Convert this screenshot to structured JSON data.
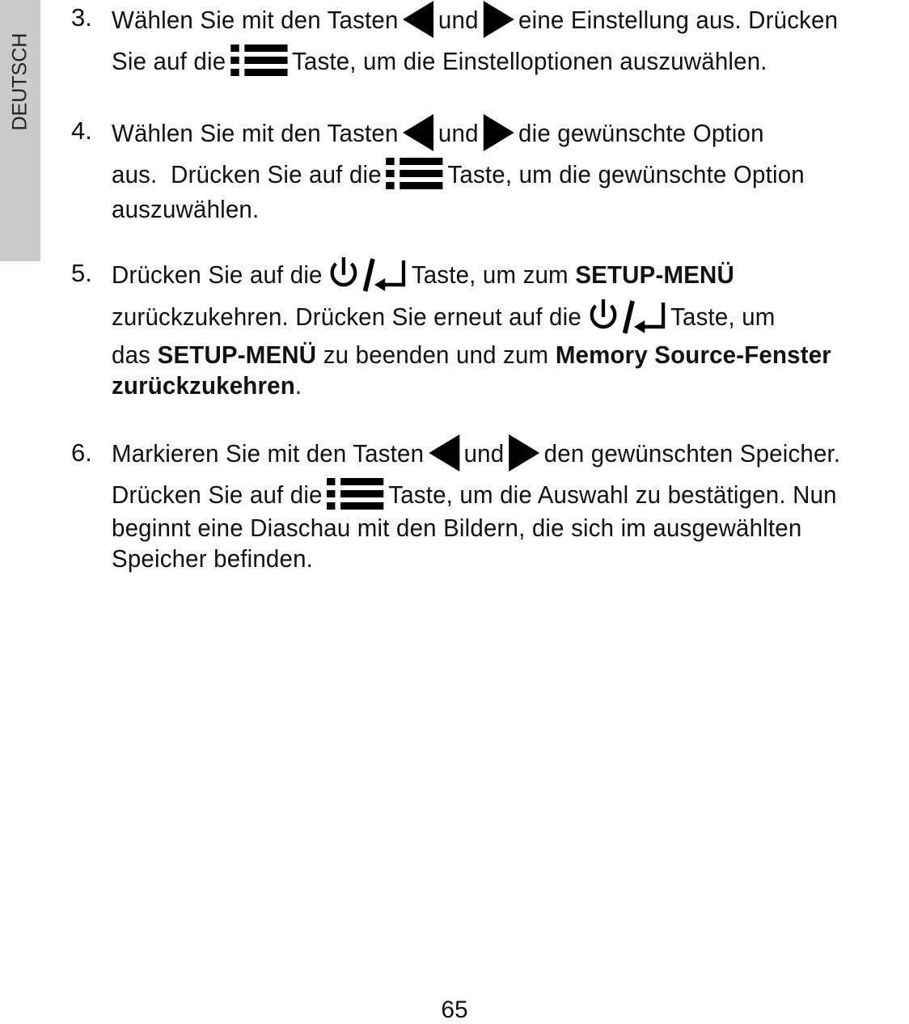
{
  "side_tab": {
    "label": "DEUTSCH",
    "background": "#c9cacb"
  },
  "steps": [
    {
      "number": "3.",
      "lines": [
        [
          "Wählen Sie mit den Tasten",
          "left-arrow-icon",
          "und",
          "right-arrow-icon",
          "eine Einstellung aus. Drücken"
        ],
        [
          "Sie auf die",
          "menu-icon",
          "Taste, um die Einstelloptionen auszuwählen."
        ]
      ],
      "l1a": "Wählen Sie mit den Tasten",
      "l1b": "und",
      "l1c": "eine Einstellung aus. Drücken",
      "l2a": "Sie auf die",
      "l2b": "Taste, um die Einstelloptionen auszuwählen."
    },
    {
      "number": "4.",
      "l1a": "Wählen Sie mit den Tasten",
      "l1b": "und",
      "l1c": "die gewünschte Option",
      "l2a": "aus.  Drücken Sie auf die",
      "l2b": "Taste, um die gewünschte Option",
      "l3": "auszuwählen."
    },
    {
      "number": "5.",
      "l1a": "Drücken Sie auf die",
      "l1b": "Taste, um zum",
      "l1bold": "SETUP-MENÜ",
      "l2a": "zurückzukehren. Drücken Sie erneut auf die",
      "l2b": "Taste, um",
      "l3a": "das",
      "l3bold1": "SETUP-MENÜ",
      "l3b": "zu beenden und zum",
      "l3bold2": "Memory Source-Fenster",
      "l4bold": "zurückzukehren",
      "l4end": "."
    },
    {
      "number": "6.",
      "l1a": "Markieren Sie mit den Tasten",
      "l1b": "und",
      "l1c": "den gewünschten Speicher.",
      "l2a": "Drücken Sie auf die",
      "l2b": "Taste, um die Auswahl zu bestätigen. Nun",
      "l3": "beginnt eine Diaschau mit den Bildern, die sich im ausgewählten",
      "l4": "Speicher befinden."
    }
  ],
  "icons": {
    "left": "left-arrow-icon",
    "right": "right-arrow-icon",
    "menu": "menu-icon",
    "power_return": "power-return-icon"
  },
  "page_number": "65"
}
